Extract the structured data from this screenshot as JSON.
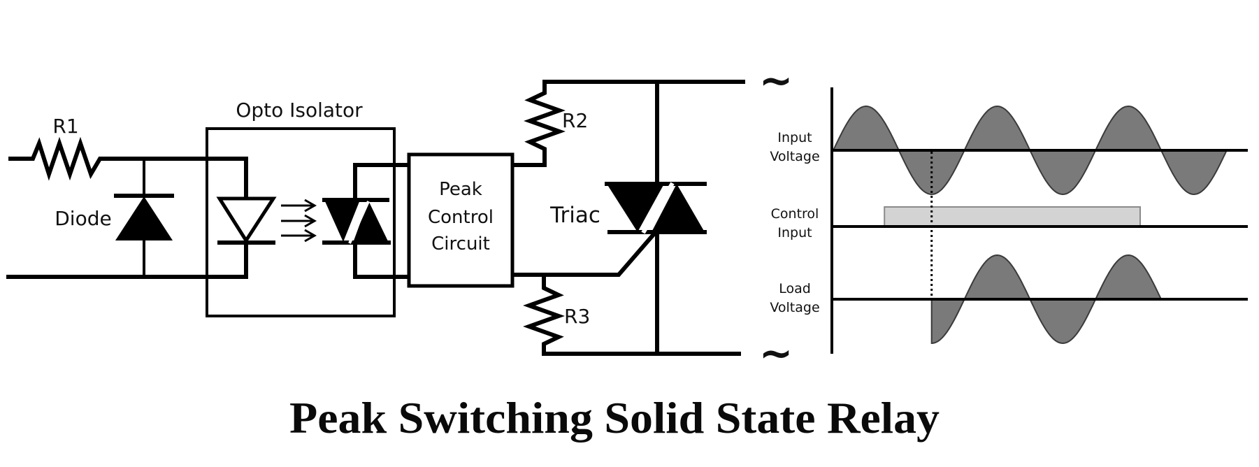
{
  "title": "Peak Switching Solid State Relay",
  "colors": {
    "line": "#000000",
    "wave_fill": "#7a7a7a",
    "wave_stroke": "#3a3a3a",
    "control_fill": "#d3d3d3",
    "control_stroke": "#8a8a8a",
    "background": "#ffffff"
  },
  "circuit": {
    "r1_label": "R1",
    "diode_label": "Diode",
    "opto_label": "Opto Isolator",
    "peak_box_lines": [
      "Peak",
      "Control",
      "Circuit"
    ],
    "r2_label": "R2",
    "r3_label": "R3",
    "triac_label": "Triac",
    "ac_top_symbol": "~",
    "ac_bottom_symbol": "~"
  },
  "timing": {
    "channels": [
      {
        "id": "input",
        "label_lines": [
          "Input",
          "Voltage"
        ],
        "kind": "sine",
        "cycles": 3,
        "start_phase_deg": 0
      },
      {
        "id": "control",
        "label_lines": [
          "Control",
          "Input"
        ],
        "kind": "pulse",
        "on_fraction_start": 0.13,
        "on_fraction_end": 0.78
      },
      {
        "id": "load",
        "label_lines": [
          "Load",
          "Voltage"
        ],
        "kind": "gated-sine",
        "start_phase_deg": 270,
        "end_phase_deg": 900
      }
    ],
    "trigger_marker": {
      "style": "dotted",
      "at_phase_deg": 270,
      "meaning": "switch-on at input voltage peak"
    }
  }
}
